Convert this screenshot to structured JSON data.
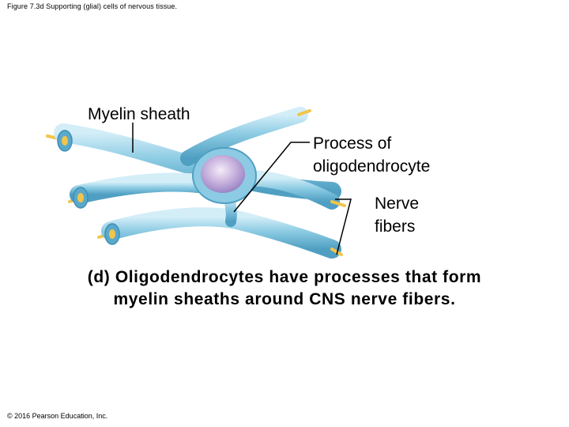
{
  "figure": {
    "title": "Figure 7.3d Supporting (glial) cells of nervous tissue."
  },
  "labels": {
    "myelin_sheath": "Myelin sheath",
    "process_line1": "Process of",
    "process_line2": "oligodendrocyte",
    "nerve_line1": "Nerve",
    "nerve_line2": "fibers"
  },
  "caption": {
    "line1": "(d) Oligodendrocytes have processes that form",
    "line2": "myelin sheaths around CNS nerve fibers."
  },
  "footer": {
    "copyright": "© 2016 Pearson Education, Inc."
  },
  "colors": {
    "sheath": "#6fb8d6",
    "sheath_light": "#bfe3f1",
    "sheath_dark": "#3f8fb3",
    "axon": "#f2c54a",
    "cell_body": "#b9a5d8",
    "nucleus": "#e9d9f2"
  }
}
